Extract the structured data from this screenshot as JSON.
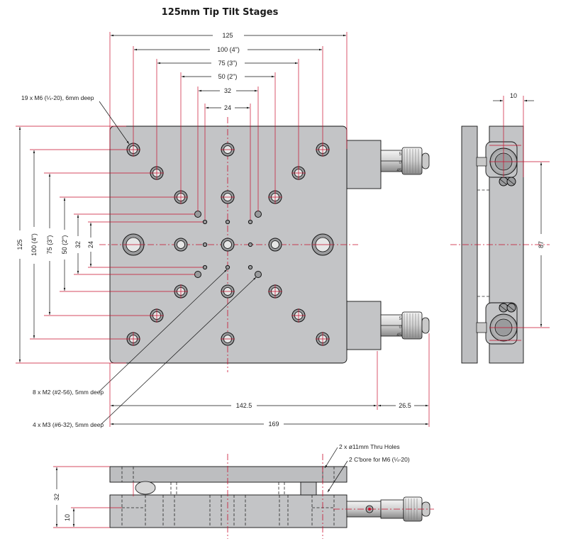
{
  "title": "125mm Tip Tilt Stages",
  "top_dims": {
    "d125": "125",
    "d100": "100 (4\")",
    "d75": "75 (3\")",
    "d50": "50 (2\")",
    "d32": "32",
    "d24": "24"
  },
  "left_dims": {
    "d125": "125",
    "d100": "100 (4\")",
    "d75": "75 (3\")",
    "d50": "50 (2\")",
    "d32": "32",
    "d24": "24"
  },
  "bottom_dims": {
    "d142": "142.5",
    "d26": "26.5",
    "d169": "169"
  },
  "side_dims": {
    "d10": "10",
    "d87": "87"
  },
  "front_dims": {
    "d32": "32",
    "d10": "10"
  },
  "callouts": {
    "m6_holes": "19 x M6 (¼-20), 6mm deep",
    "m2_holes": "8 x M2 (#2-56), 5mm deep",
    "m3_holes": "4 x M3 (#6-32), 5mm deep",
    "thru_holes": "2 x  ø11mm Thru Holes",
    "cbore": "2 C'bore for M6 (¼-20)"
  },
  "micrometer_scale": [
    "5",
    "0",
    "45"
  ]
}
